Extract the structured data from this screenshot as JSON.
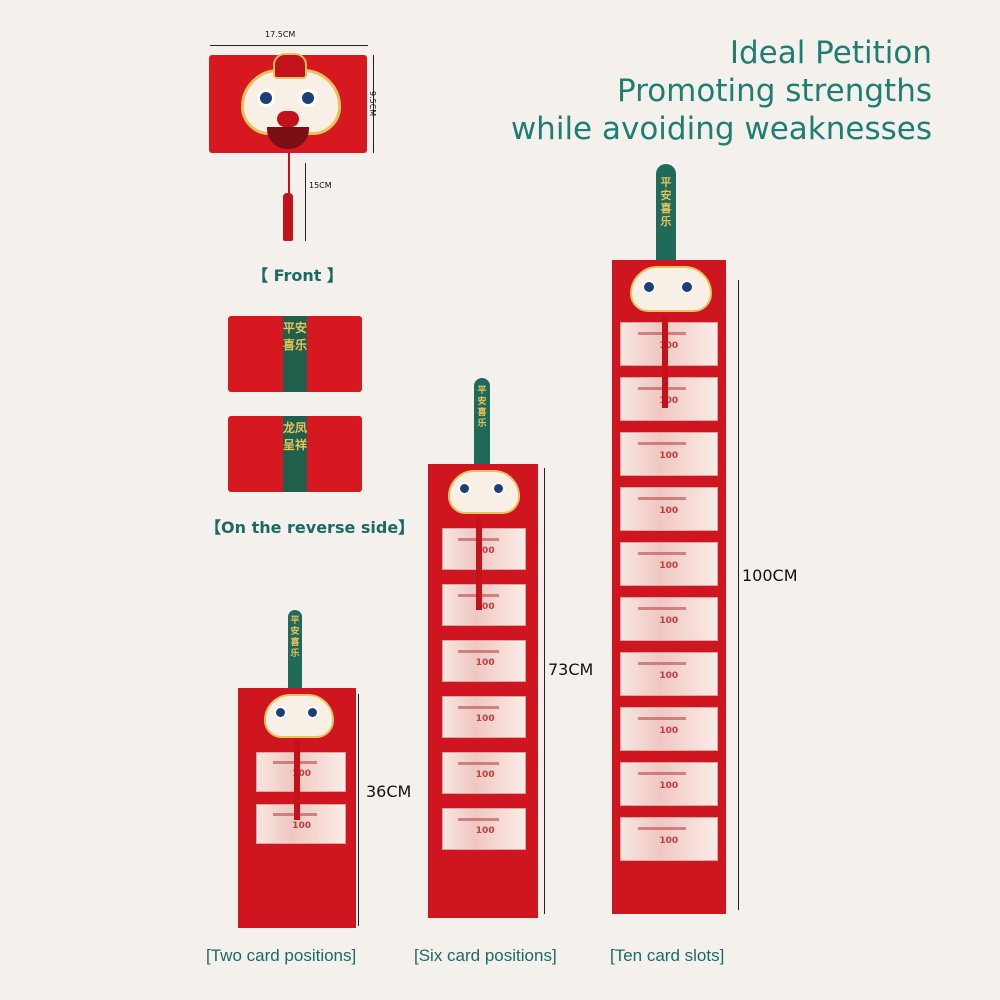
{
  "headline": {
    "line1": "Ideal Petition",
    "line2": "Promoting strengths",
    "line3": "while avoiding weaknesses"
  },
  "front": {
    "width_label": "17.5CM",
    "height_label": "9.5CM",
    "tassel_label": "15CM",
    "caption": "【 Front 】"
  },
  "reverse": {
    "text_top": "平安喜乐",
    "text_bottom": "龙凤呈祥",
    "caption": "【On the reverse side】"
  },
  "products": [
    {
      "label": "36CM",
      "caption": "[Two card positions]",
      "stick_text": "平安喜乐",
      "slots": 2
    },
    {
      "label": "73CM",
      "caption": "[Six card positions]",
      "stick_text": "平安喜乐",
      "slots": 6
    },
    {
      "label": "100CM",
      "caption": "[Ten card slots]",
      "stick_text": "平安喜乐",
      "slots": 10
    }
  ],
  "colors": {
    "red": "#d81820",
    "green": "#1f6a58",
    "gold": "#e7c45b",
    "teal_text": "#1f7e73"
  }
}
